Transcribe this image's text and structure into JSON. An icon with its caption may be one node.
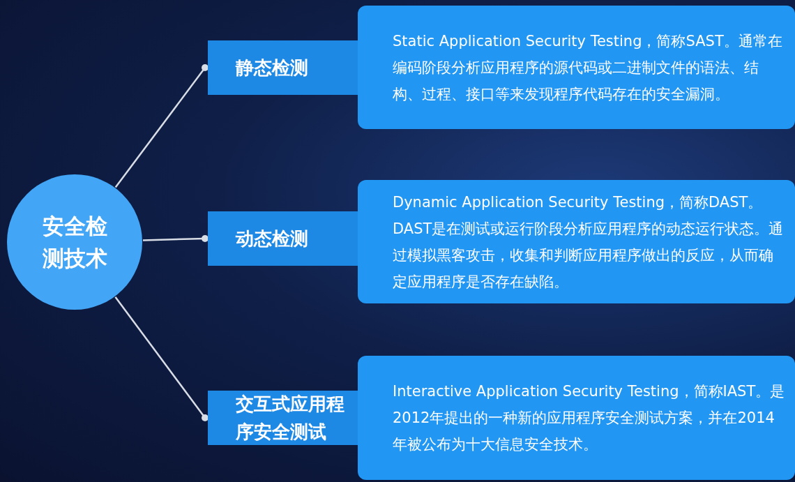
{
  "diagram": {
    "nodes": [
      {
        "text": [
          "安全检测技术"
        ]
      },
      {
        "text": [
          "静态检测"
        ]
      },
      {
        "text": [
          "动态检测"
        ]
      },
      {
        "text": [
          "交互式应用程序安全测试"
        ]
      },
      {
        "text": [
          "Static Application Security Testing，简称SAST。通常在编码阶段分析应用程序的源代码或二进制文件的语法、结构、过程、接口等来发现程序代码存在的安全漏洞。"
        ]
      },
      {
        "text": [
          "Dynamic Application Security Testing，简称DAST。DAST是在测试或运行阶段分析应用程序的动态运行状态。通过模拟黑客攻击，收集和判断应用程序做出的反应，从而确定应用程序是否存在缺陷。"
        ]
      },
      {
        "text": [
          "Interactive Application Security Testing，简称IAST。是2012年提出的一种新的应用程序安全测试方案，并在2014年被公布为十大信息安全技术。"
        ]
      }
    ],
    "edges": [
      {
        "from": 0,
        "to": 1,
        "arrow": "other"
      },
      {
        "from": 0,
        "to": 2,
        "arrow": "other"
      },
      {
        "from": 0,
        "to": 3,
        "arrow": "other"
      }
    ]
  }
}
